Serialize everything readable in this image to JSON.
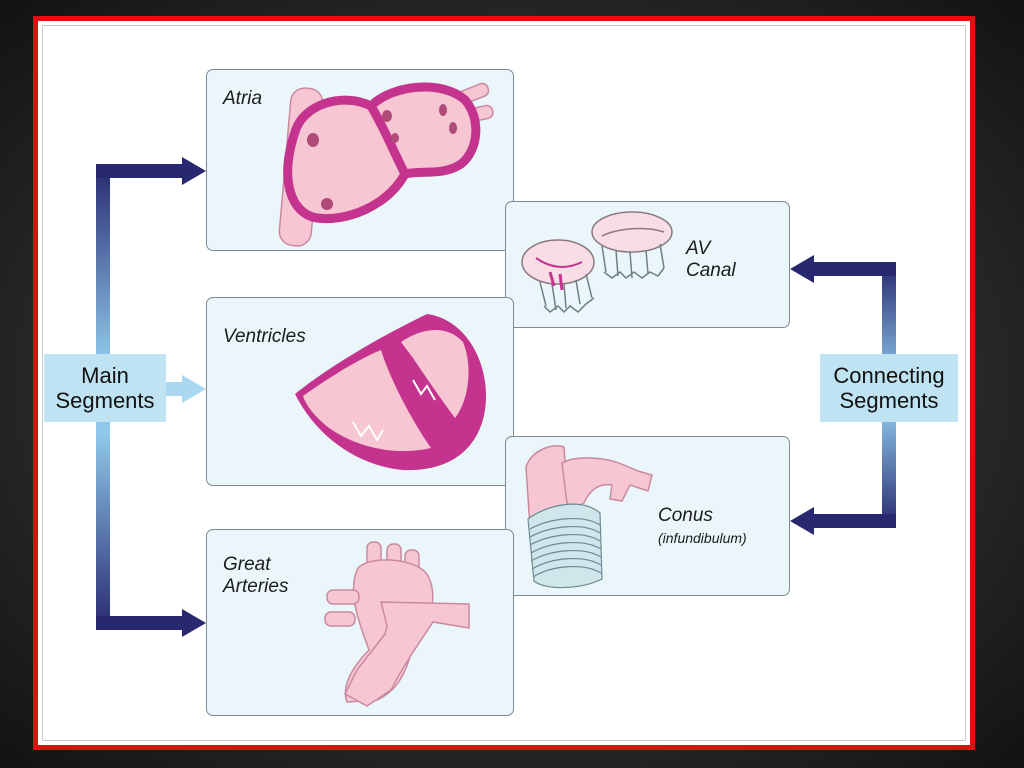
{
  "diagram": {
    "panels": {
      "atria": {
        "label": "Atria"
      },
      "av_canal": {
        "label_line1": "AV",
        "label_line2": "Canal"
      },
      "ventricles": {
        "label": "Ventricles"
      },
      "conus": {
        "label": "Conus",
        "sublabel": "(infundibulum)"
      },
      "great_arteries": {
        "label_line1": "Great",
        "label_line2": "Arteries"
      }
    },
    "main_segments": {
      "line1": "Main",
      "line2": "Segments"
    },
    "connecting_segments": {
      "line1": "Connecting",
      "line2": "Segments"
    }
  },
  "colors": {
    "arrow": "#27286f",
    "panel_fill": "#eaf6fa",
    "label_box": "#bfe3f2",
    "tissue_pink": "#f6c6d2",
    "tissue_magenta": "#c4348f",
    "frame_red": "#e01010"
  }
}
